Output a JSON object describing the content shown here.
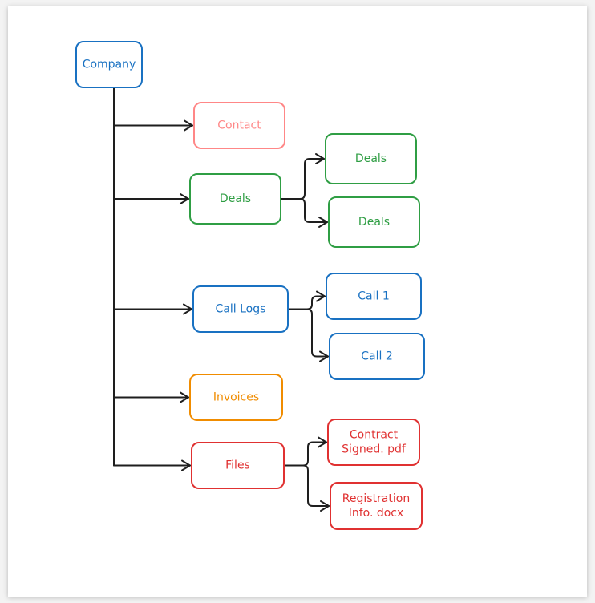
{
  "diagram": {
    "nodes": [
      {
        "id": "company",
        "lines": [
          "Company"
        ],
        "color": "#1971c2"
      },
      {
        "id": "contact",
        "lines": [
          "Contact"
        ],
        "color": "#ff8787"
      },
      {
        "id": "deals",
        "lines": [
          "Deals"
        ],
        "color": "#2f9e44"
      },
      {
        "id": "deals-1",
        "lines": [
          "Deals"
        ],
        "color": "#2f9e44"
      },
      {
        "id": "deals-2",
        "lines": [
          "Deals"
        ],
        "color": "#2f9e44"
      },
      {
        "id": "call-logs",
        "lines": [
          "Call Logs"
        ],
        "color": "#1971c2"
      },
      {
        "id": "call-1",
        "lines": [
          "Call 1"
        ],
        "color": "#1971c2"
      },
      {
        "id": "call-2",
        "lines": [
          "Call 2"
        ],
        "color": "#1971c2"
      },
      {
        "id": "invoices",
        "lines": [
          "Invoices"
        ],
        "color": "#f08c00"
      },
      {
        "id": "files",
        "lines": [
          "Files"
        ],
        "color": "#e03131"
      },
      {
        "id": "contract-file",
        "lines": [
          "Contract",
          "Signed. pdf"
        ],
        "color": "#e03131"
      },
      {
        "id": "registration-file",
        "lines": [
          "Registration",
          "Info. docx"
        ],
        "color": "#e03131"
      }
    ],
    "edges": [
      {
        "from": "company",
        "to": "contact"
      },
      {
        "from": "company",
        "to": "deals"
      },
      {
        "from": "company",
        "to": "call-logs"
      },
      {
        "from": "company",
        "to": "invoices"
      },
      {
        "from": "company",
        "to": "files"
      },
      {
        "from": "deals",
        "to": "deals-1"
      },
      {
        "from": "deals",
        "to": "deals-2"
      },
      {
        "from": "call-logs",
        "to": "call-1"
      },
      {
        "from": "call-logs",
        "to": "call-2"
      },
      {
        "from": "files",
        "to": "contract-file"
      },
      {
        "from": "files",
        "to": "registration-file"
      }
    ],
    "line_color": "#1e1e1e"
  }
}
